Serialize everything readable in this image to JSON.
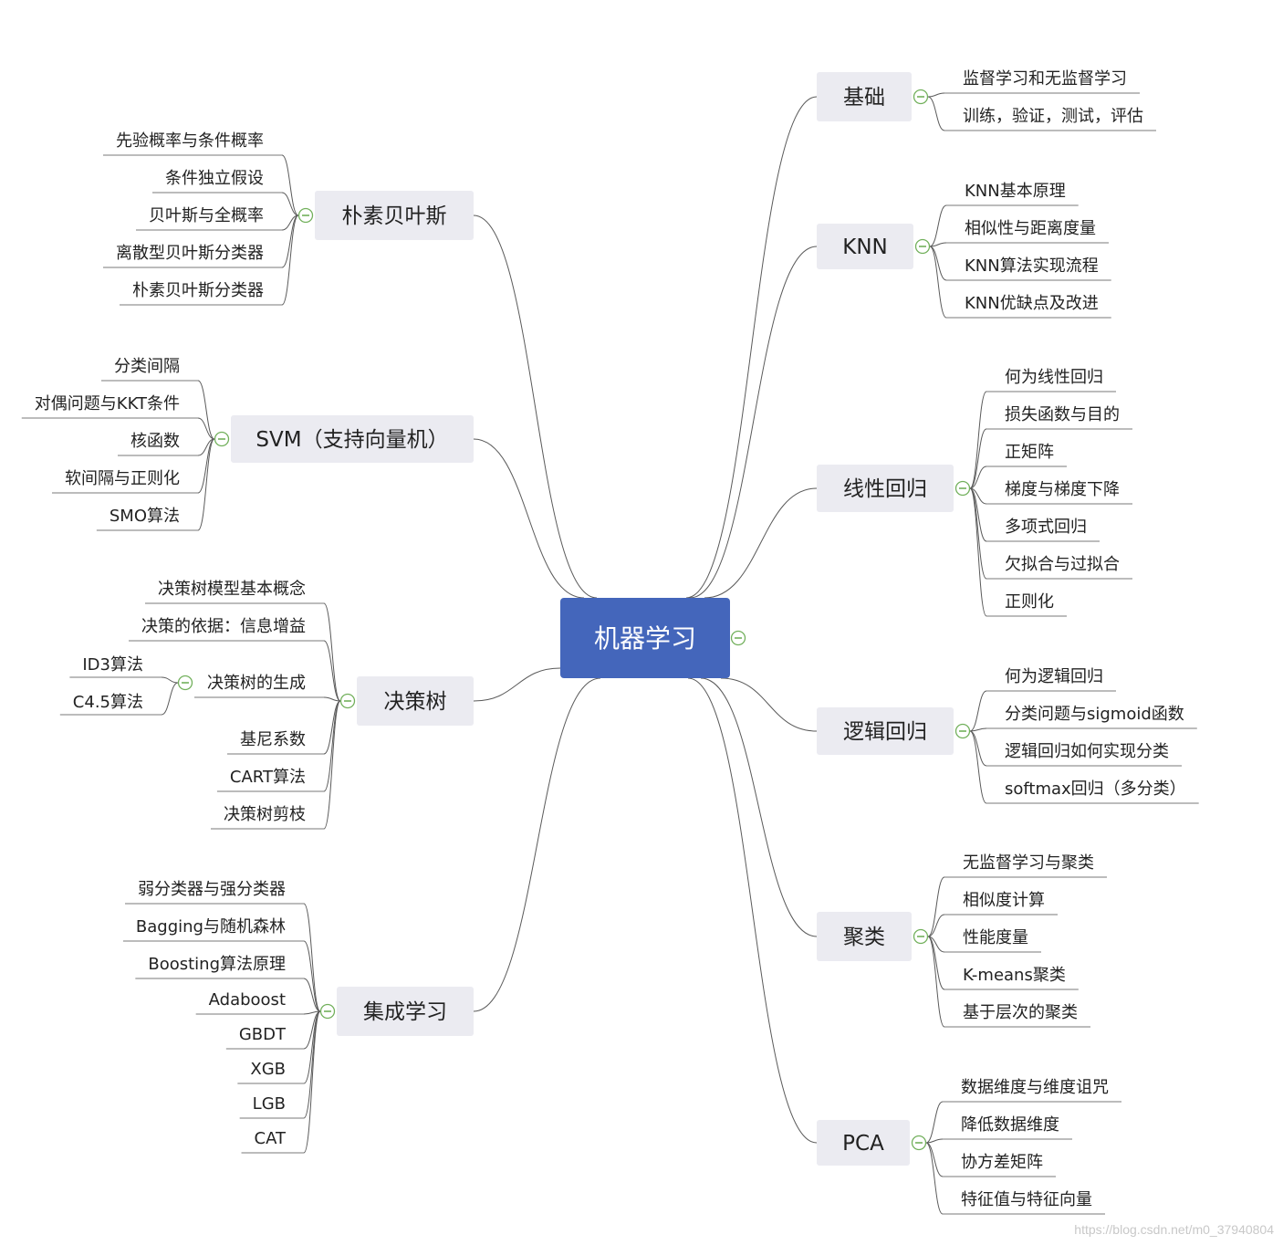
{
  "root": {
    "label": "机器学习"
  },
  "branches": [
    {
      "id": "basics",
      "label": "基础",
      "children": [
        {
          "label": "监督学习和无监督学习"
        },
        {
          "label": "训练，验证，测试，评估"
        }
      ]
    },
    {
      "id": "knn",
      "label": "KNN",
      "children": [
        {
          "label": "KNN基本原理"
        },
        {
          "label": "相似性与距离度量"
        },
        {
          "label": "KNN算法实现流程"
        },
        {
          "label": "KNN优缺点及改进"
        }
      ]
    },
    {
      "id": "linear-regression",
      "label": "线性回归",
      "children": [
        {
          "label": "何为线性回归"
        },
        {
          "label": "损失函数与目的"
        },
        {
          "label": "正矩阵"
        },
        {
          "label": "梯度与梯度下降"
        },
        {
          "label": "多项式回归"
        },
        {
          "label": "欠拟合与过拟合"
        },
        {
          "label": "正则化"
        }
      ]
    },
    {
      "id": "logistic-regression",
      "label": "逻辑回归",
      "children": [
        {
          "label": "何为逻辑回归"
        },
        {
          "label": "分类问题与sigmoid函数"
        },
        {
          "label": "逻辑回归如何实现分类"
        },
        {
          "label": "softmax回归（多分类）"
        }
      ]
    },
    {
      "id": "clustering",
      "label": "聚类",
      "children": [
        {
          "label": "无监督学习与聚类"
        },
        {
          "label": "相似度计算"
        },
        {
          "label": "性能度量"
        },
        {
          "label": "K-means聚类"
        },
        {
          "label": "基于层次的聚类"
        }
      ]
    },
    {
      "id": "pca",
      "label": "PCA",
      "children": [
        {
          "label": "数据维度与维度诅咒"
        },
        {
          "label": "降低数据维度"
        },
        {
          "label": "协方差矩阵"
        },
        {
          "label": "特征值与特征向量"
        }
      ]
    },
    {
      "id": "naive-bayes",
      "label": "朴素贝叶斯",
      "children": [
        {
          "label": "先验概率与条件概率"
        },
        {
          "label": "条件独立假设"
        },
        {
          "label": "贝叶斯与全概率"
        },
        {
          "label": "离散型贝叶斯分类器"
        },
        {
          "label": "朴素贝叶斯分类器"
        }
      ]
    },
    {
      "id": "svm",
      "label": "SVM（支持向量机）",
      "children": [
        {
          "label": "分类间隔"
        },
        {
          "label": "对偶问题与KKT条件"
        },
        {
          "label": "核函数"
        },
        {
          "label": "软间隔与正则化"
        },
        {
          "label": "SMO算法"
        }
      ]
    },
    {
      "id": "decision-tree",
      "label": "决策树",
      "children": [
        {
          "label": "决策树模型基本概念"
        },
        {
          "label": "决策的依据：信息增益"
        },
        {
          "label": "决策树的生成",
          "children": [
            {
              "label": "ID3算法"
            },
            {
              "label": "C4.5算法"
            }
          ]
        },
        {
          "label": "基尼系数"
        },
        {
          "label": "CART算法"
        },
        {
          "label": "决策树剪枝"
        }
      ]
    },
    {
      "id": "ensemble",
      "label": "集成学习",
      "children": [
        {
          "label": "弱分类器与强分类器"
        },
        {
          "label": "Bagging与随机森林"
        },
        {
          "label": "Boosting算法原理"
        },
        {
          "label": "Adaboost"
        },
        {
          "label": "GBDT"
        },
        {
          "label": "XGB"
        },
        {
          "label": "LGB"
        },
        {
          "label": "CAT"
        }
      ]
    }
  ],
  "watermark": "https://blog.csdn.net/m0_37940804"
}
